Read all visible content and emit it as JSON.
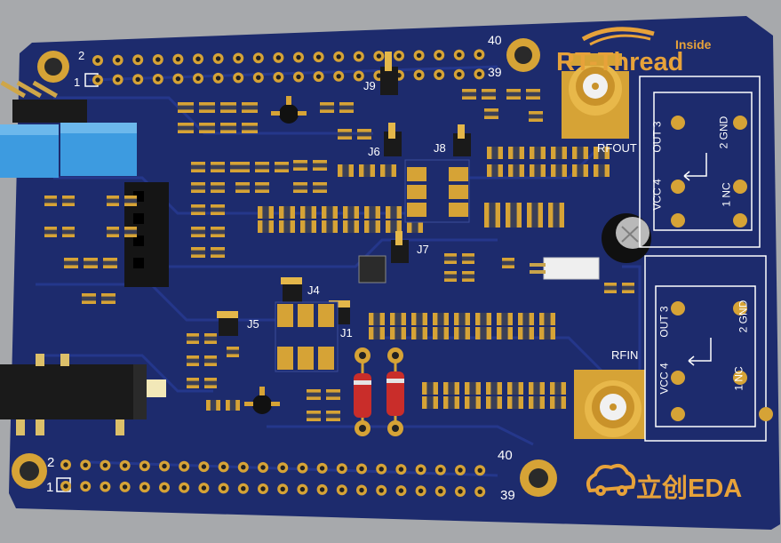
{
  "colors": {
    "background": "#a7a9ac",
    "board": "#1c2a6b",
    "trace": "#233585",
    "gold": "#d6a336",
    "silk": "#ffffff",
    "logo_orange": "#e7a23a"
  },
  "board_labels": {
    "pin_top_left_2": "2",
    "pin_top_left_1": "1",
    "pin_top_right_40": "40",
    "pin_top_right_39": "39",
    "pin_bottom_left_2": "2",
    "pin_bottom_left_1": "1",
    "pin_bottom_right_40": "40",
    "pin_bottom_right_39": "39",
    "j9": "J9",
    "j6": "J6",
    "j8": "J8",
    "j7": "J7",
    "j4": "J4",
    "j5": "J5",
    "j1": "J1",
    "rfout": "RFOUT",
    "rfin": "RFIN"
  },
  "module_labels": {
    "out3": "OUT 3",
    "gnd2": "2 GND",
    "vcc4": "VCC 4",
    "nc1": "1 NC"
  },
  "logos": {
    "rtthread_inside": "Inside",
    "rtthread_name": "RT-Thread",
    "lceda_name": "立创EDA"
  },
  "icons": [
    "rt-thread-logo-icon",
    "lceda-cloud-car-icon"
  ]
}
